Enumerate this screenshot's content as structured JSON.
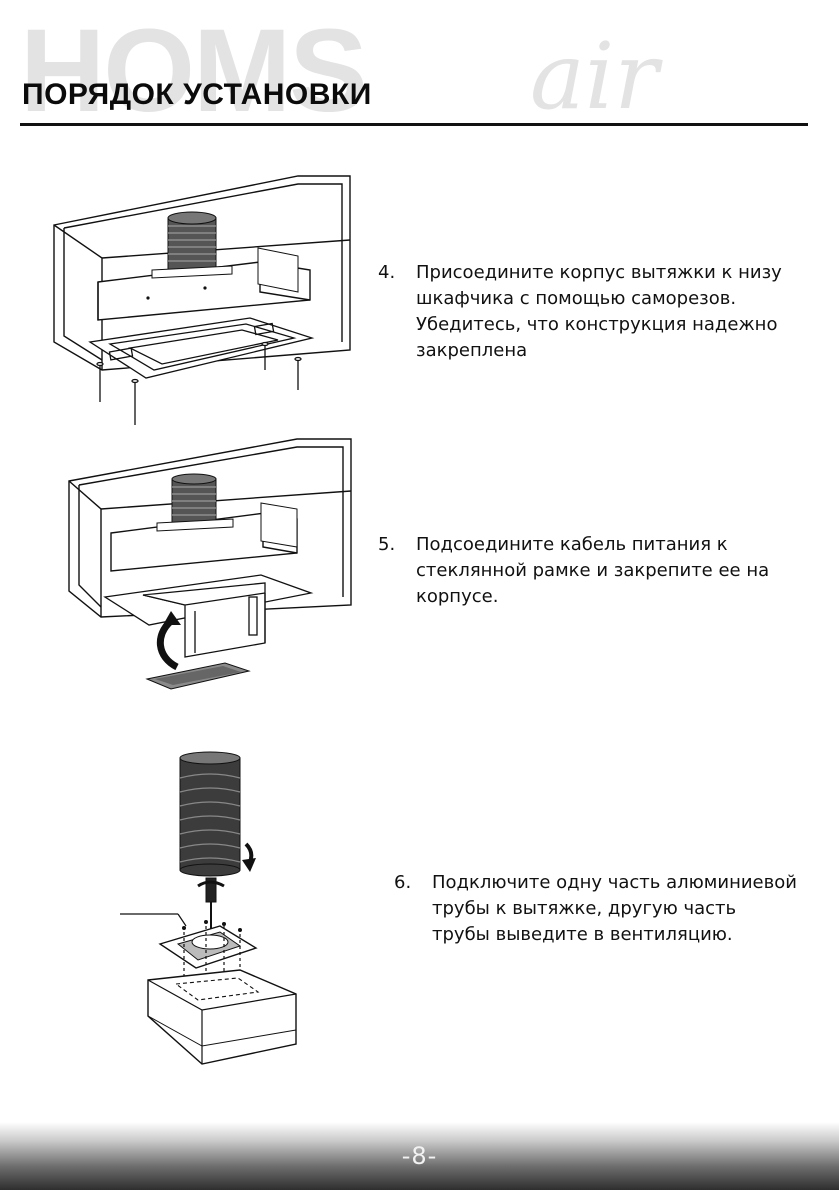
{
  "header": {
    "brand_watermark": "HOMSair",
    "title": "ПОРЯДОК УСТАНОВКИ"
  },
  "steps": [
    {
      "number": "4.",
      "text": " Присоедините корпус вытяжки к низу шкафчика с помощью саморезов. Убедитесь, что конструкция надежно закреплена",
      "figure": "hood-mounting-screws"
    },
    {
      "number": "5.",
      "text": "Подсоедините кабель питания к стеклянной рамке и закрепите ее на корпусе.",
      "figure": "power-cable-glass-frame"
    },
    {
      "number": "6.",
      "text": "Подключите одну часть алюминиевой трубы к вытяжке, другую часть трубы выведите в вентиляцию.",
      "figure": "aluminium-duct-connection"
    }
  ],
  "footer": {
    "page_number": "-8-"
  },
  "colors": {
    "watermark": "#e2e2e2",
    "rule": "#111111",
    "footer_dark": "#2e2e2e"
  }
}
